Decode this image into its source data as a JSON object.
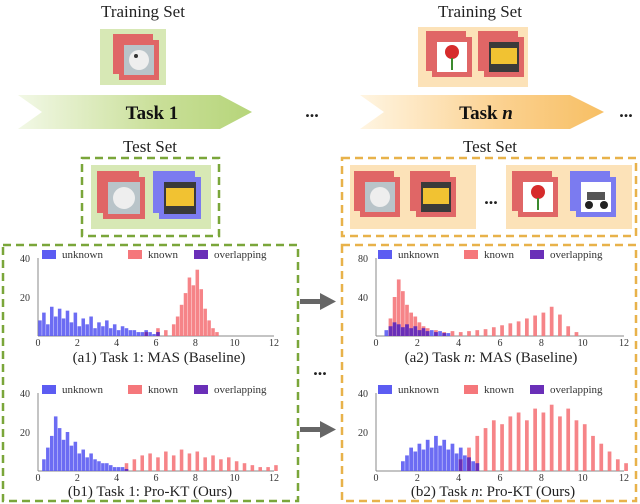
{
  "top": {
    "training_label": "Training Set",
    "task1_label": "Task 1",
    "taskn_prefix": "Task ",
    "taskn_var": "n",
    "ellipsis": "...",
    "test_label": "Test Set"
  },
  "colors": {
    "green_dash": "#7aa63a",
    "orange_dash": "#e8b24a",
    "green_fill": "#d7e8b5",
    "orange_fill": "#fce2b8",
    "unknown": "#5c5cf2",
    "known": "#f5777b",
    "overlapping": "#6a2fb8",
    "card_red": "#e06666",
    "card_blue": "#7b7bf0"
  },
  "legend": {
    "unknown": "unknown",
    "known": "known",
    "overlapping": "overlapping"
  },
  "captions": {
    "a1": "(a1) Task 1: MAS (Baseline)",
    "b1": "(b1) Task 1: Pro-KT (Ours)",
    "a2_pre": "(a2) Task ",
    "a2_var": "n",
    "a2_post": ": MAS (Baseline)",
    "b2_pre": "(b2) Task ",
    "b2_var": "n",
    "b2_post": ": Pro-KT (Ours)"
  },
  "chart_data": [
    {
      "id": "a1",
      "type": "bar",
      "xlim": [
        0,
        12
      ],
      "xticks": [
        "0",
        "2",
        "4",
        "6",
        "8",
        "10",
        "12"
      ],
      "ylim": [
        0,
        40
      ],
      "yticks": [
        "20",
        "40"
      ],
      "series": [
        {
          "name": "unknown",
          "bins": [
            [
              0.1,
              8
            ],
            [
              0.3,
              12
            ],
            [
              0.5,
              6
            ],
            [
              0.7,
              15
            ],
            [
              0.9,
              10
            ],
            [
              1.1,
              14
            ],
            [
              1.3,
              9
            ],
            [
              1.5,
              13
            ],
            [
              1.7,
              7
            ],
            [
              1.9,
              12
            ],
            [
              2.1,
              5
            ],
            [
              2.3,
              9
            ],
            [
              2.5,
              6
            ],
            [
              2.7,
              10
            ],
            [
              2.9,
              4
            ],
            [
              3.1,
              7
            ],
            [
              3.3,
              5
            ],
            [
              3.5,
              8
            ],
            [
              3.7,
              4
            ],
            [
              3.9,
              6
            ],
            [
              4.1,
              3
            ],
            [
              4.3,
              5
            ],
            [
              4.5,
              4
            ],
            [
              4.7,
              3
            ],
            [
              4.9,
              3
            ],
            [
              5.1,
              2
            ],
            [
              5.3,
              2
            ],
            [
              5.5,
              3
            ],
            [
              5.7,
              2
            ],
            [
              5.9,
              1
            ],
            [
              6.1,
              2
            ]
          ]
        },
        {
          "name": "known",
          "bins": [
            [
              5.5,
              2
            ],
            [
              6.1,
              4
            ],
            [
              6.5,
              3
            ],
            [
              6.9,
              6
            ],
            [
              7.1,
              10
            ],
            [
              7.3,
              16
            ],
            [
              7.5,
              22
            ],
            [
              7.7,
              30
            ],
            [
              7.9,
              26
            ],
            [
              8.1,
              34
            ],
            [
              8.3,
              24
            ],
            [
              8.5,
              14
            ],
            [
              8.7,
              8
            ],
            [
              8.9,
              4
            ],
            [
              9.1,
              2
            ]
          ]
        }
      ]
    },
    {
      "id": "b1",
      "type": "bar",
      "xlim": [
        0,
        12
      ],
      "xticks": [
        "0",
        "2",
        "4",
        "6",
        "8",
        "10",
        "12"
      ],
      "ylim": [
        0,
        40
      ],
      "yticks": [
        "20",
        "40"
      ],
      "series": [
        {
          "name": "unknown",
          "bins": [
            [
              0.3,
              6
            ],
            [
              0.5,
              12
            ],
            [
              0.7,
              18
            ],
            [
              0.9,
              28
            ],
            [
              1.1,
              22
            ],
            [
              1.3,
              16
            ],
            [
              1.5,
              20
            ],
            [
              1.7,
              13
            ],
            [
              1.9,
              15
            ],
            [
              2.1,
              9
            ],
            [
              2.3,
              11
            ],
            [
              2.5,
              7
            ],
            [
              2.7,
              9
            ],
            [
              2.9,
              6
            ],
            [
              3.1,
              5
            ],
            [
              3.3,
              4
            ],
            [
              3.5,
              4
            ],
            [
              3.7,
              3
            ],
            [
              3.9,
              2
            ],
            [
              4.1,
              2
            ],
            [
              4.3,
              2
            ],
            [
              4.5,
              1
            ]
          ]
        },
        {
          "name": "known",
          "bins": [
            [
              4.5,
              4
            ],
            [
              4.9,
              6
            ],
            [
              5.3,
              8
            ],
            [
              5.7,
              9
            ],
            [
              6.1,
              7
            ],
            [
              6.5,
              10
            ],
            [
              6.9,
              8
            ],
            [
              7.3,
              11
            ],
            [
              7.7,
              9
            ],
            [
              8.1,
              10
            ],
            [
              8.5,
              7
            ],
            [
              8.9,
              8
            ],
            [
              9.3,
              6
            ],
            [
              9.7,
              7
            ],
            [
              10.1,
              5
            ],
            [
              10.5,
              4
            ],
            [
              10.9,
              3
            ],
            [
              11.3,
              2
            ],
            [
              11.7,
              2
            ],
            [
              12.1,
              3
            ]
          ]
        }
      ]
    },
    {
      "id": "a2",
      "type": "bar",
      "xlim": [
        0,
        12
      ],
      "xticks": [
        "0",
        "2",
        "4",
        "6",
        "8",
        "10",
        "12"
      ],
      "ylim": [
        0,
        80
      ],
      "yticks": [
        "40",
        "80"
      ],
      "series": [
        {
          "name": "unknown",
          "bins": [
            [
              0.5,
              6
            ],
            [
              0.7,
              10
            ],
            [
              0.9,
              14
            ],
            [
              1.1,
              12
            ],
            [
              1.3,
              9
            ],
            [
              1.5,
              12
            ],
            [
              1.7,
              8
            ],
            [
              1.9,
              10
            ],
            [
              2.1,
              6
            ],
            [
              2.3,
              8
            ],
            [
              2.5,
              5
            ],
            [
              2.7,
              6
            ],
            [
              2.9,
              4
            ],
            [
              3.1,
              5
            ],
            [
              3.3,
              3
            ],
            [
              3.5,
              3
            ]
          ]
        },
        {
          "name": "known",
          "bins": [
            [
              0.7,
              18
            ],
            [
              0.9,
              40
            ],
            [
              1.1,
              58
            ],
            [
              1.3,
              46
            ],
            [
              1.5,
              32
            ],
            [
              1.7,
              24
            ],
            [
              1.9,
              20
            ],
            [
              2.1,
              14
            ],
            [
              2.3,
              10
            ],
            [
              2.5,
              8
            ],
            [
              2.9,
              6
            ],
            [
              3.3,
              4
            ],
            [
              3.7,
              5
            ],
            [
              4.1,
              4
            ],
            [
              4.5,
              5
            ],
            [
              4.9,
              6
            ],
            [
              5.3,
              7
            ],
            [
              5.7,
              9
            ],
            [
              6.1,
              11
            ],
            [
              6.5,
              13
            ],
            [
              6.9,
              15
            ],
            [
              7.3,
              18
            ],
            [
              7.7,
              21
            ],
            [
              8.1,
              24
            ],
            [
              8.5,
              30
            ],
            [
              8.9,
              22
            ],
            [
              9.3,
              10
            ],
            [
              9.7,
              4
            ]
          ]
        }
      ]
    },
    {
      "id": "b2",
      "type": "bar",
      "xlim": [
        0,
        12
      ],
      "xticks": [
        "0",
        "2",
        "4",
        "6",
        "8",
        "10",
        "12"
      ],
      "ylim": [
        0,
        40
      ],
      "yticks": [
        "20",
        "40"
      ],
      "series": [
        {
          "name": "unknown",
          "bins": [
            [
              1.3,
              5
            ],
            [
              1.5,
              8
            ],
            [
              1.7,
              12
            ],
            [
              1.9,
              10
            ],
            [
              2.1,
              14
            ],
            [
              2.3,
              11
            ],
            [
              2.5,
              16
            ],
            [
              2.7,
              12
            ],
            [
              2.9,
              18
            ],
            [
              3.1,
              13
            ],
            [
              3.3,
              16
            ],
            [
              3.5,
              11
            ],
            [
              3.7,
              14
            ],
            [
              3.9,
              9
            ],
            [
              4.1,
              12
            ],
            [
              4.3,
              8
            ],
            [
              4.5,
              7
            ],
            [
              4.7,
              5
            ],
            [
              4.9,
              4
            ]
          ]
        },
        {
          "name": "known",
          "bins": [
            [
              4.1,
              6
            ],
            [
              4.5,
              12
            ],
            [
              4.9,
              18
            ],
            [
              5.3,
              22
            ],
            [
              5.7,
              26
            ],
            [
              6.1,
              24
            ],
            [
              6.5,
              28
            ],
            [
              6.9,
              30
            ],
            [
              7.3,
              26
            ],
            [
              7.7,
              32
            ],
            [
              8.1,
              30
            ],
            [
              8.5,
              34
            ],
            [
              8.9,
              28
            ],
            [
              9.3,
              32
            ],
            [
              9.7,
              26
            ],
            [
              10.1,
              24
            ],
            [
              10.5,
              18
            ],
            [
              10.9,
              14
            ],
            [
              11.3,
              10
            ],
            [
              11.7,
              6
            ],
            [
              12.1,
              4
            ]
          ]
        }
      ]
    }
  ]
}
